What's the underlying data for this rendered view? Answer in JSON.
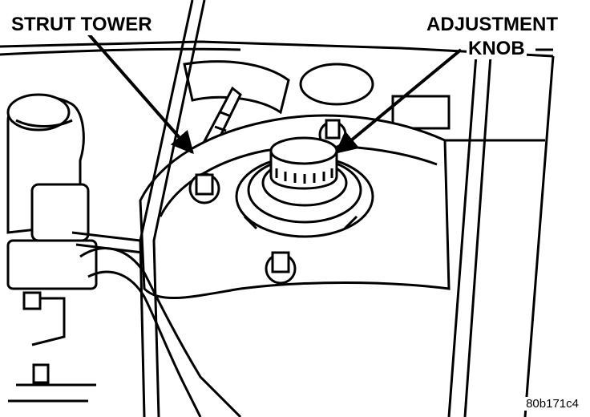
{
  "labels": {
    "strut_tower": "STRUT TOWER",
    "adjustment_line1": "ADJUSTMENT",
    "adjustment_line2": "KNOB"
  },
  "figure_id": "80b171c4",
  "colors": {
    "ink": "#000000",
    "paper": "#ffffff"
  }
}
